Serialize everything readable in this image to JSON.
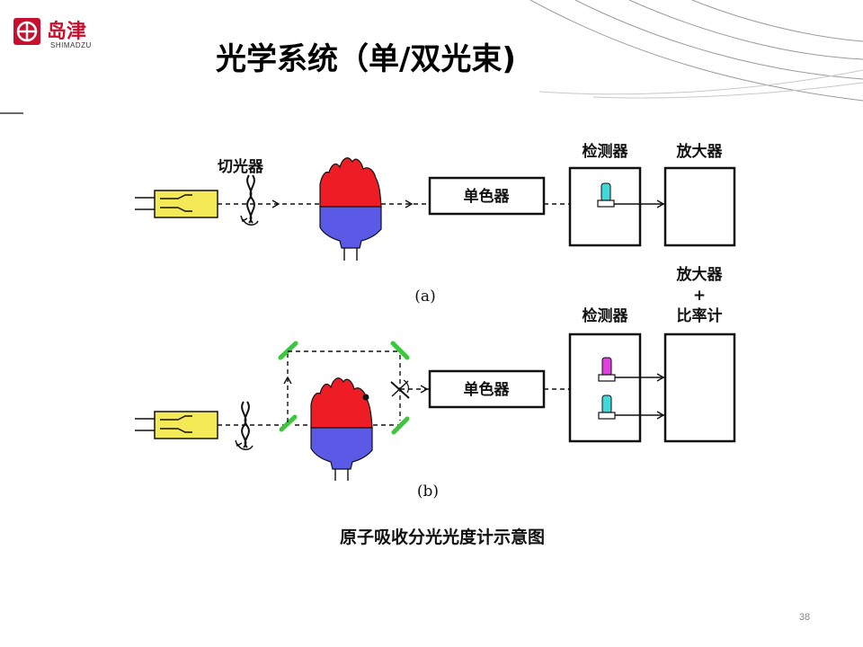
{
  "logo": {
    "text_cn": "岛津",
    "text_en": "SHIMADZU",
    "color": "#c8102e"
  },
  "title": "光学系统（单/双光束)",
  "diagram_a": {
    "chopper_label": "切光器",
    "mono_label": "单色器",
    "detector_label": "检测器",
    "amplifier_label": "放大器",
    "caption": "(a)"
  },
  "diagram_b": {
    "mono_label": "单色器",
    "detector_label": "检测器",
    "amp_line1": "放大器",
    "amp_line2": "+",
    "amp_line3": "比率计",
    "caption": "(b)"
  },
  "figure_caption": "原子吸收分光光度计示意图",
  "page_number": "38",
  "colors": {
    "lamp": "#f4ea58",
    "flame_top": "#ee1c24",
    "flame_bottom": "#5a5ae6",
    "mirror": "#3cc83c",
    "detector_cyan": "#40d8d8",
    "detector_magenta": "#e040e0"
  }
}
